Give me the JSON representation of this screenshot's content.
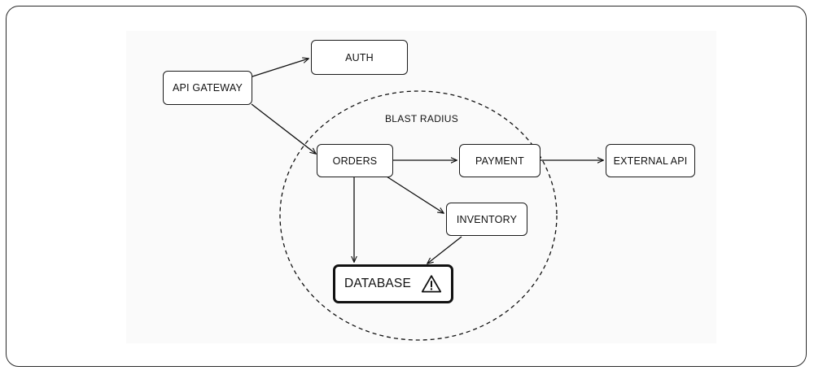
{
  "diagram": {
    "blast_radius_label": "BLAST RADIUS",
    "nodes": {
      "api_gateway": "API GATEWAY",
      "auth": "AUTH",
      "orders": "ORDERS",
      "payment": "PAYMENT",
      "external_api": "EXTERNAL API",
      "inventory": "INVENTORY",
      "database": "DATABASE"
    },
    "edges": [
      {
        "from": "API GATEWAY",
        "to": "AUTH"
      },
      {
        "from": "API GATEWAY",
        "to": "ORDERS"
      },
      {
        "from": "ORDERS",
        "to": "PAYMENT"
      },
      {
        "from": "PAYMENT",
        "to": "EXTERNAL API"
      },
      {
        "from": "ORDERS",
        "to": "INVENTORY"
      },
      {
        "from": "ORDERS",
        "to": "DATABASE"
      },
      {
        "from": "INVENTORY",
        "to": "DATABASE"
      }
    ],
    "database_icon": "warning-triangle-icon",
    "colors": {
      "stroke": "#111111",
      "background": "#ffffff"
    }
  }
}
